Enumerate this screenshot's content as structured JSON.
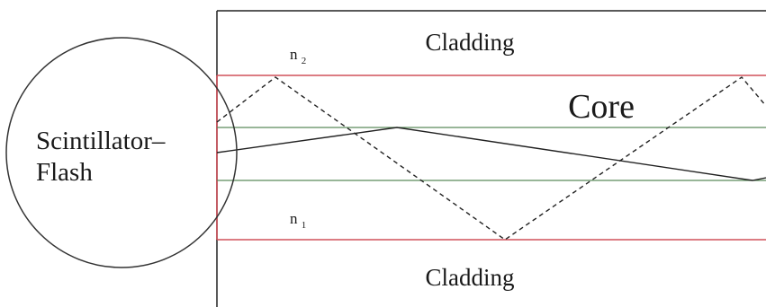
{
  "labels": {
    "cladding_top": "Cladding",
    "cladding_bottom": "Cladding",
    "core": "Core",
    "source_line1": "Scintillator–",
    "source_line2": "Flash",
    "n2_base": "n",
    "n2_sub": "2",
    "n1_base": "n",
    "n1_sub": "1"
  },
  "colors": {
    "core_boundary": "#d0505a",
    "inner_lines": "#5a8a5a",
    "ray": "#222222"
  }
}
